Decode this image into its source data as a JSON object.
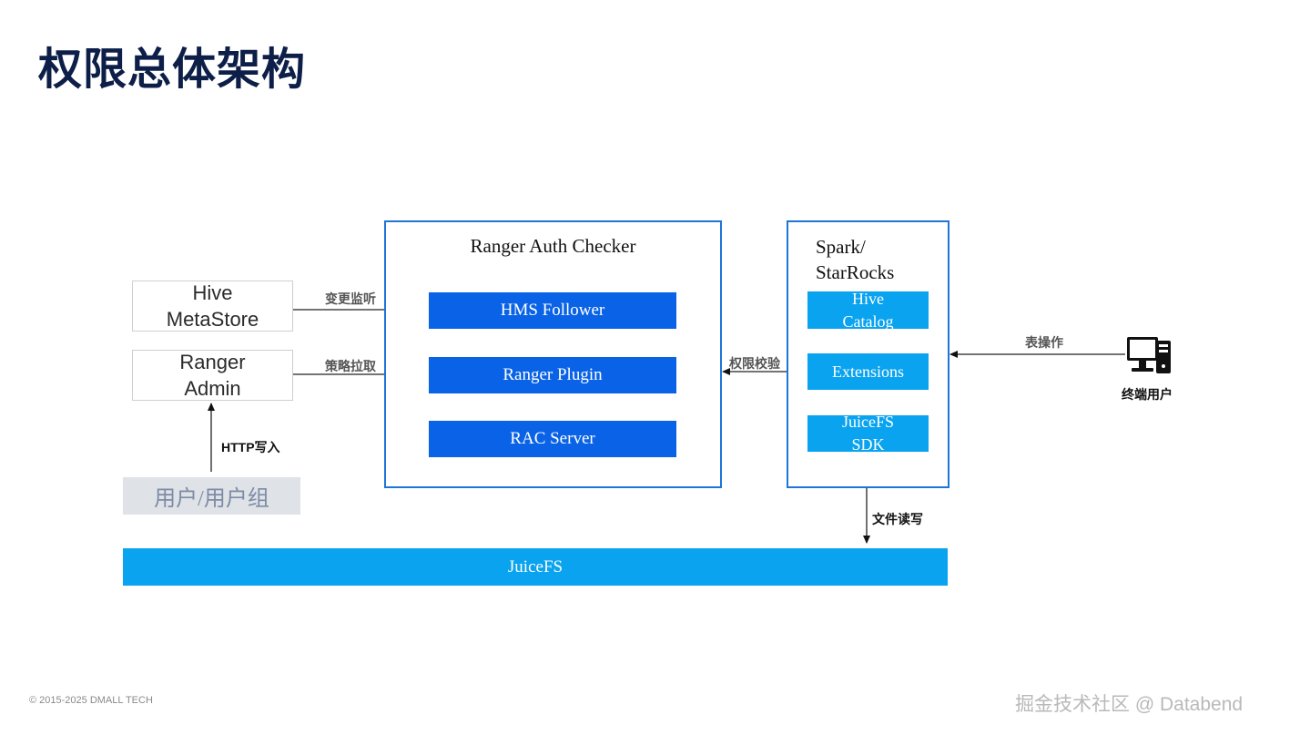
{
  "title": "权限总体架构",
  "auth_checker": {
    "title": "Ranger Auth Checker",
    "components": [
      "HMS Follower",
      "Ranger Plugin",
      "RAC Server"
    ]
  },
  "engine": {
    "title_line1": "Spark/",
    "title_line2": "StarRocks",
    "components": [
      "Hive Catalog",
      "Extensions",
      "JuiceFS SDK"
    ]
  },
  "left_sources": {
    "hive_metastore_line1": "Hive",
    "hive_metastore_line2": "MetaStore",
    "ranger_admin_line1": "Ranger",
    "ranger_admin_line2": "Admin",
    "user_group": "用户/用户组"
  },
  "edges": {
    "change_listen": "变更监听",
    "policy_pull": "策略拉取",
    "http_write": "HTTP写入",
    "auth_check": "权限校验",
    "table_ops": "表操作",
    "file_rw": "文件读写"
  },
  "end_user": {
    "label": "终端用户",
    "icon": "desktop-computer-icon"
  },
  "storage": {
    "label": "JuiceFS"
  },
  "footer": {
    "copyright": "© 2015-2025 DMALL TECH",
    "watermark": "掘金技术社区 @ Databend"
  },
  "colors": {
    "title": "#0d1f48",
    "box_border": "#1f74d6",
    "primary_blue": "#0a63e6",
    "cyan": "#0aa3ef",
    "user_group_bg": "#dfe2e7"
  }
}
